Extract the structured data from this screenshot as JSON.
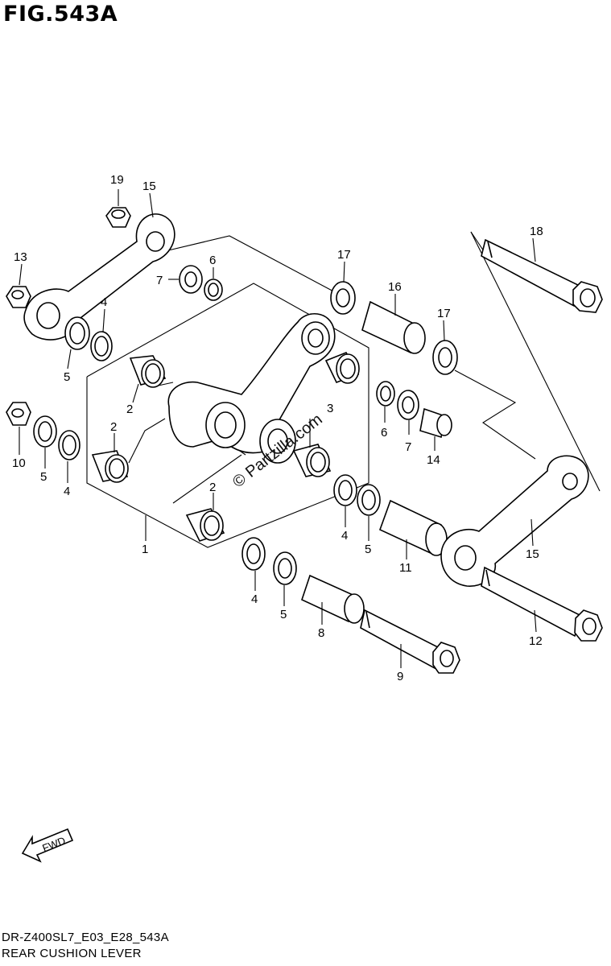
{
  "figure": {
    "title": "FIG.543A",
    "code": "DR-Z400SL7_E03_E28_543A",
    "caption": "REAR CUSHION LEVER",
    "watermark": "© Partzilla.com",
    "direction_label": "FWD"
  },
  "callouts": [
    "19",
    "15",
    "13",
    "7",
    "6",
    "4",
    "5",
    "17",
    "16",
    "18",
    "17",
    "2",
    "3",
    "6",
    "7",
    "14",
    "10",
    "5",
    "4",
    "2",
    "1",
    "2",
    "4",
    "5",
    "11",
    "15",
    "12",
    "4",
    "5",
    "8",
    "9"
  ]
}
